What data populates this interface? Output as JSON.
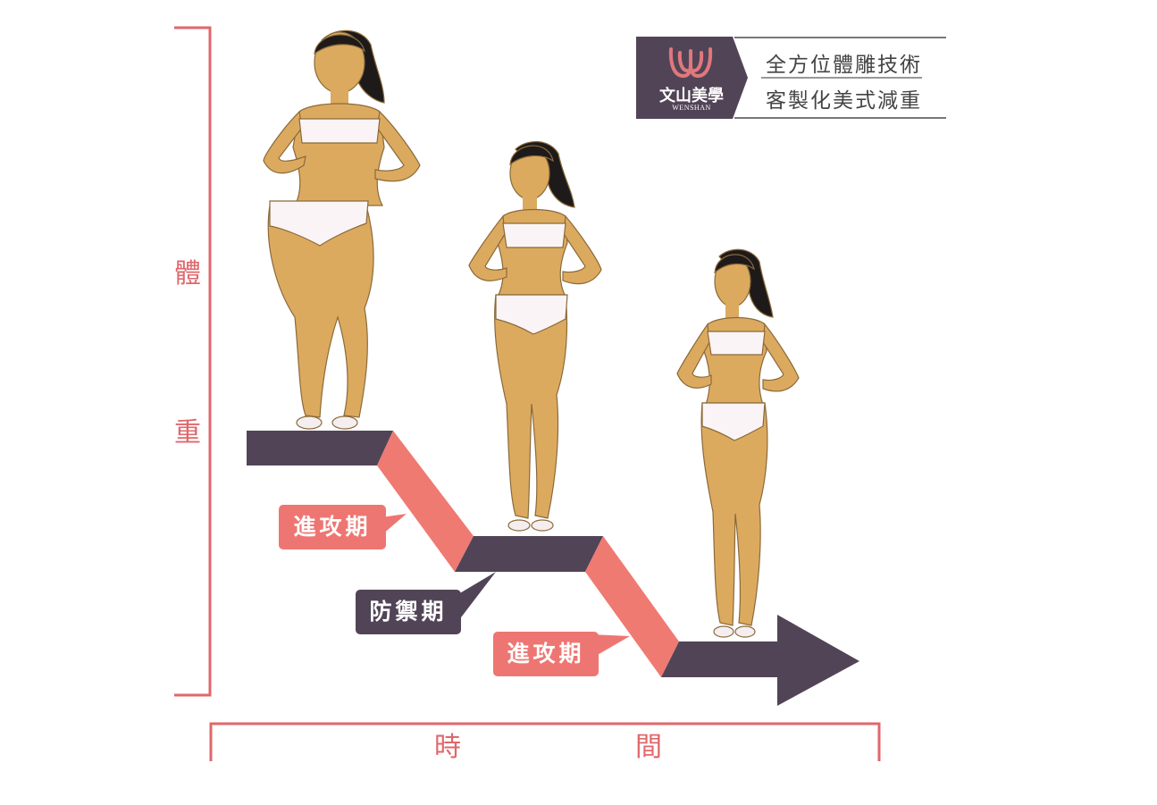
{
  "brand": {
    "name_cn": "文山美學",
    "name_en": "WENSHAN",
    "slogan_line1": "全方位體雕技術",
    "slogan_line2": "客製化美式減重",
    "colors": {
      "dark": "#524457",
      "pink": "#e07a7e",
      "text": "#444444"
    }
  },
  "axes": {
    "y_label_1": "體",
    "y_label_2": "重",
    "x_label_1": "時",
    "x_label_2": "間",
    "color": "#e0676b"
  },
  "phases": [
    {
      "label": "進攻期",
      "type": "attack",
      "color": "#ee7672"
    },
    {
      "label": "防禦期",
      "type": "defense",
      "color": "#524457"
    },
    {
      "label": "進攻期",
      "type": "attack",
      "color": "#ee7672"
    }
  ],
  "figures": [
    {
      "name": "heavy-figure",
      "stage": 1
    },
    {
      "name": "medium-figure",
      "stage": 2
    },
    {
      "name": "slim-figure",
      "stage": 3
    }
  ],
  "colors": {
    "step_dark": "#524457",
    "ramp_pink": "#ef7a72",
    "skin": "#dcaa5f",
    "hair": "#1e1a1a"
  }
}
